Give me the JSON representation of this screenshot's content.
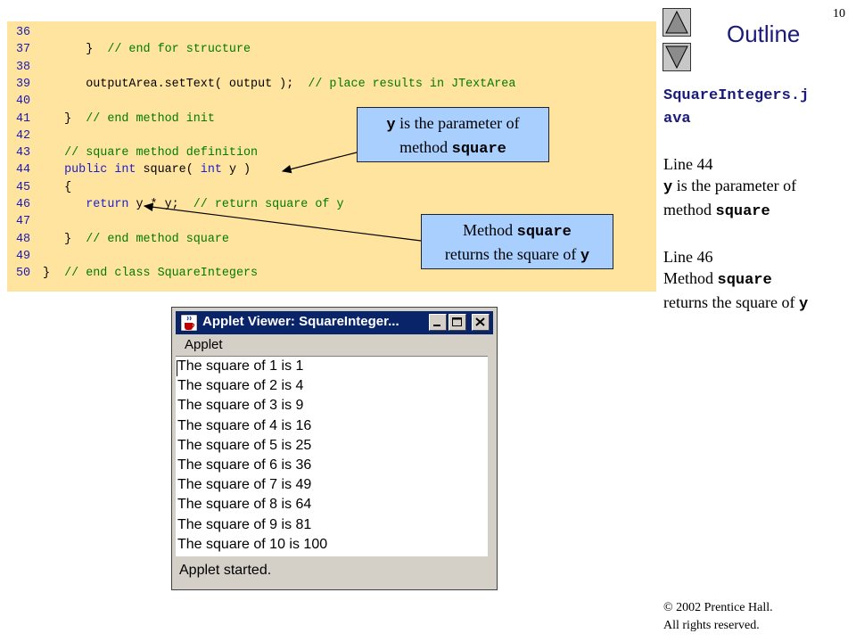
{
  "slide": {
    "page_number": "10",
    "outline_title": "Outline",
    "nav": {
      "up_icon": "triangle-up-icon",
      "down_icon": "triangle-down-icon"
    }
  },
  "code": {
    "lines": [
      {
        "num": "36",
        "parts": []
      },
      {
        "num": "37",
        "parts": [
          {
            "t": "      }  ",
            "c": "pl"
          },
          {
            "t": "// end for structure",
            "c": "cm"
          }
        ]
      },
      {
        "num": "38",
        "parts": []
      },
      {
        "num": "39",
        "parts": [
          {
            "t": "      outputArea.setText( output );  ",
            "c": "pl"
          },
          {
            "t": "// place results in JTextArea",
            "c": "cm"
          }
        ]
      },
      {
        "num": "40",
        "parts": []
      },
      {
        "num": "41",
        "parts": [
          {
            "t": "   }  ",
            "c": "pl"
          },
          {
            "t": "// end method init",
            "c": "cm"
          }
        ]
      },
      {
        "num": "42",
        "parts": []
      },
      {
        "num": "43",
        "parts": [
          {
            "t": "   ",
            "c": "pl"
          },
          {
            "t": "// square method definition",
            "c": "cm"
          }
        ]
      },
      {
        "num": "44",
        "parts": [
          {
            "t": "   ",
            "c": "pl"
          },
          {
            "t": "public int",
            "c": "kw"
          },
          {
            "t": " square( ",
            "c": "pl"
          },
          {
            "t": "int",
            "c": "kw"
          },
          {
            "t": " y )",
            "c": "pl"
          }
        ]
      },
      {
        "num": "45",
        "parts": [
          {
            "t": "   {",
            "c": "pl"
          }
        ]
      },
      {
        "num": "46",
        "parts": [
          {
            "t": "      ",
            "c": "pl"
          },
          {
            "t": "return",
            "c": "kw"
          },
          {
            "t": " y * y;  ",
            "c": "pl"
          },
          {
            "t": "// return square of y",
            "c": "cm"
          }
        ]
      },
      {
        "num": "47",
        "parts": []
      },
      {
        "num": "48",
        "parts": [
          {
            "t": "   }  ",
            "c": "pl"
          },
          {
            "t": "// end method square",
            "c": "cm"
          }
        ]
      },
      {
        "num": "49",
        "parts": []
      },
      {
        "num": "50",
        "parts": [
          {
            "t": "}  ",
            "c": "pl"
          },
          {
            "t": "// end class SquareIntegers",
            "c": "cm"
          }
        ]
      }
    ]
  },
  "callouts": {
    "param": {
      "code1": "y",
      "text1": " is the parameter of",
      "text2": "method ",
      "code2": "square"
    },
    "ret": {
      "text1": "Method ",
      "code1": "square",
      "text2": "returns the square of ",
      "code2": "y"
    }
  },
  "side": {
    "file_line1": "SquareIntegers.j",
    "file_line2": "ava",
    "note1": {
      "line": "Line 44",
      "code": "y",
      "text": " is the parameter of",
      "text2": "method ",
      "code2": "square"
    },
    "note2": {
      "line": "Line 46",
      "text1": "Method ",
      "code1": "square",
      "text2": "returns the square of ",
      "code2": "y"
    }
  },
  "applet": {
    "title": "Applet Viewer: SquareInteger...",
    "menu": "Applet",
    "output": [
      "The square of 1 is 1",
      "The square of 2 is 4",
      "The square of 3 is 9",
      "The square of 4 is 16",
      "The square of 5 is 25",
      "The square of 6 is 36",
      "The square of 7 is 49",
      "The square of 8 is 64",
      "The square of 9 is 81",
      "The square of 10 is 100"
    ],
    "status": "Applet started."
  },
  "copyright": {
    "line1": "© 2002 Prentice Hall.",
    "line2": "All rights reserved."
  },
  "colors": {
    "code_bg": "#ffe4a0",
    "comment": "#007a00",
    "keyword": "#1c1ccf",
    "callout_bg": "#a9cfff",
    "title_bar": "#0a246a"
  }
}
